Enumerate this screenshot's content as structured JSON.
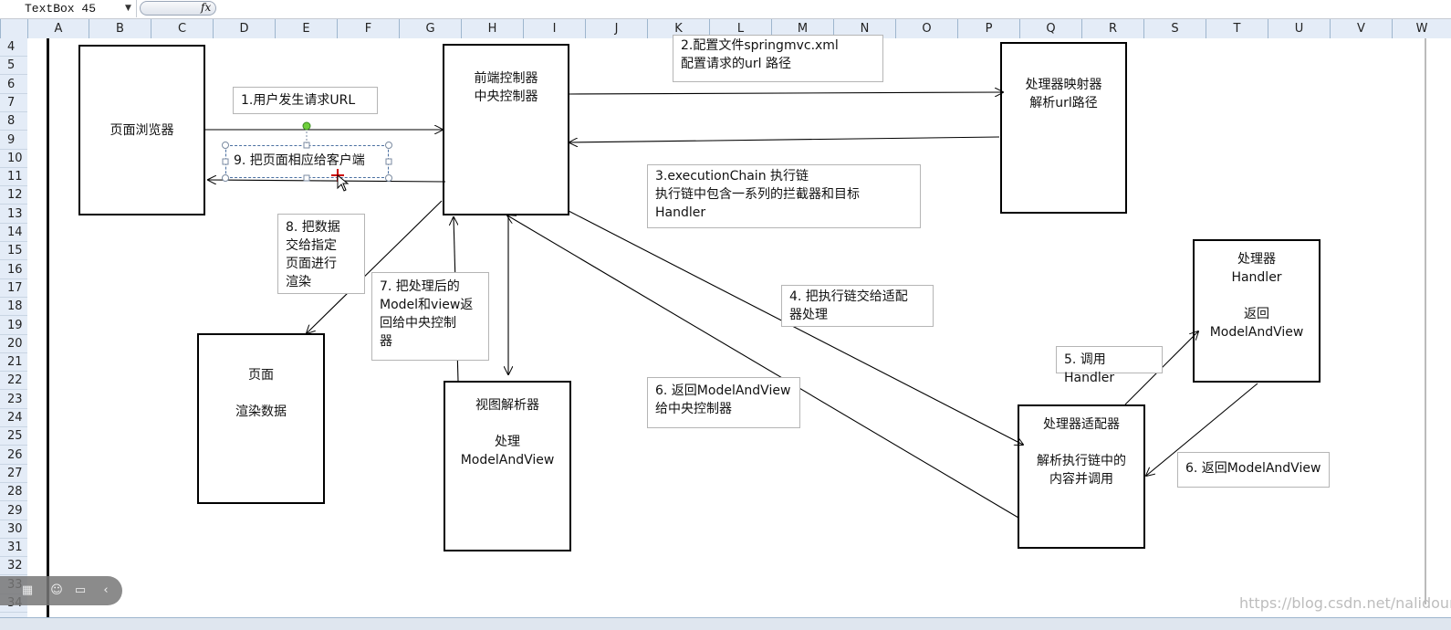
{
  "formula_bar": {
    "name_box": "TextBox 45",
    "fx": "fx"
  },
  "columns": [
    "A",
    "B",
    "C",
    "D",
    "E",
    "F",
    "G",
    "H",
    "I",
    "J",
    "K",
    "L",
    "M",
    "N",
    "O",
    "P",
    "Q",
    "R",
    "S",
    "T",
    "U",
    "V",
    "W"
  ],
  "rows": [
    "4",
    "5",
    "6",
    "7",
    "8",
    "9",
    "10",
    "11",
    "12",
    "13",
    "14",
    "15",
    "16",
    "17",
    "18",
    "19",
    "20",
    "21",
    "22",
    "23",
    "24",
    "25",
    "26",
    "27",
    "28",
    "29",
    "30",
    "31",
    "32",
    "33",
    "34"
  ],
  "boxes": {
    "browser": [
      "页面浏览器"
    ],
    "front_controller": [
      "前端控制器",
      "中央控制器"
    ],
    "handler_mapping": [
      "处理器映射器",
      "解析url路径"
    ],
    "handler": [
      "处理器",
      "Handler",
      "",
      "返回",
      "ModelAndView"
    ],
    "page": [
      "页面",
      "",
      "渲染数据"
    ],
    "view_resolver": [
      "视图解析器",
      "",
      "处理",
      "ModelAndView"
    ],
    "handler_adapter": [
      "处理器适配器",
      "",
      "解析执行链中的",
      "内容并调用"
    ]
  },
  "notes": {
    "n1": [
      "1.用户发生请求URL"
    ],
    "n2": [
      "2.配置文件springmvc.xml",
      "配置请求的url 路径"
    ],
    "n3": [
      "3.executionChain   执行链",
      "执行链中包含一系列的拦截器和目标",
      "Handler"
    ],
    "n4": [
      "4. 把执行链交给适配",
      "器处理"
    ],
    "n5": [
      "5. 调用Handler"
    ],
    "n6a": [
      "6. 返回ModelAndView",
      "给中央控制器"
    ],
    "n6b": [
      "6. 返回ModelAndView"
    ],
    "n7": [
      "7. 把处理后的",
      "Model和view返",
      "回给中央控制",
      "器"
    ],
    "n8": [
      "8. 把数据",
      "交给指定",
      "页面进行",
      "渲染"
    ],
    "n9": [
      "9. 把页面相应给客户端"
    ]
  },
  "watermark": "https://blog.csdn.net/nalidour"
}
